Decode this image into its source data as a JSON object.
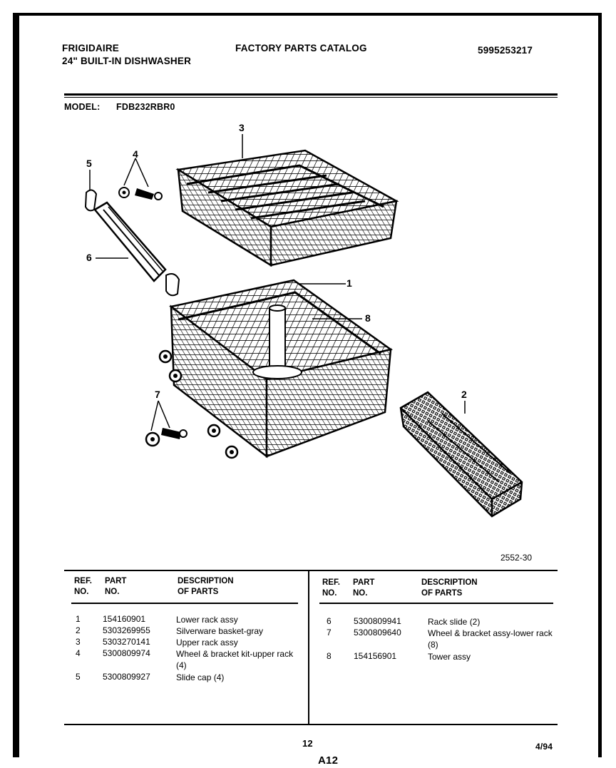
{
  "header": {
    "brand": "FRIGIDAIRE",
    "product": "24\" BUILT-IN DISHWASHER",
    "catalog": "FACTORY PARTS CATALOG",
    "catalog_no": "5995253217",
    "model_label": "MODEL:",
    "model_value": "FDB232RBR0"
  },
  "diagram": {
    "callouts": [
      "1",
      "2",
      "3",
      "4",
      "5",
      "6",
      "7",
      "8"
    ],
    "drawing_no": "2552-30"
  },
  "parts_table": {
    "headers": {
      "ref_line1": "REF.",
      "ref_line2": "NO.",
      "part_line1": "PART",
      "part_line2": "NO.",
      "desc_line1": "DESCRIPTION",
      "desc_line2": "OF PARTS"
    },
    "left_rows": [
      {
        "ref": "1",
        "part": "154160901",
        "desc": "Lower rack assy"
      },
      {
        "ref": "2",
        "part": "5303269955",
        "desc": "Silverware basket-gray"
      },
      {
        "ref": "3",
        "part": "5303270141",
        "desc": "Upper rack assy"
      },
      {
        "ref": "4",
        "part": "5300809974",
        "desc": "Wheel & bracket kit-upper rack (4)"
      },
      {
        "ref": "5",
        "part": "5300809927",
        "desc": "Slide cap (4)"
      }
    ],
    "right_rows": [
      {
        "ref": "6",
        "part": "5300809941",
        "desc": "Rack slide (2)"
      },
      {
        "ref": "7",
        "part": "5300809640",
        "desc": "Wheel & bracket assy-lower rack (8)"
      },
      {
        "ref": "8",
        "part": "154156901",
        "desc": "Tower assy"
      }
    ]
  },
  "footer": {
    "page": "12",
    "date": "4/94",
    "code": "A12"
  }
}
